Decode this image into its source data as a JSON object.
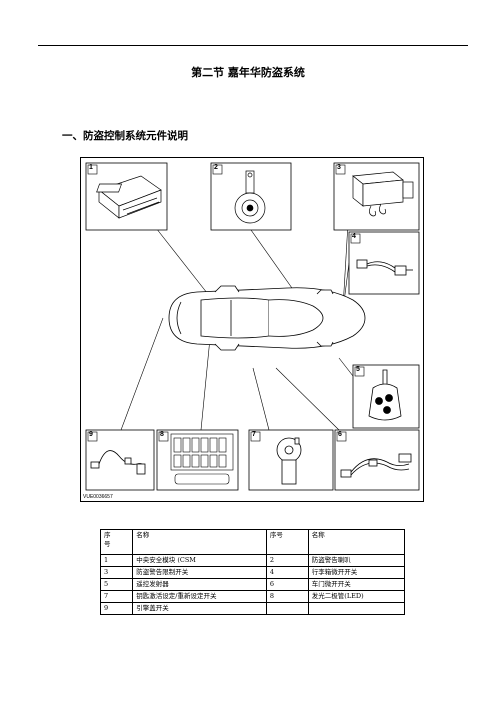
{
  "page": {
    "chapter_title": "第二节 嘉年华防盗系统",
    "section_title": "一、防盗控制系统元件说明"
  },
  "figure": {
    "code": "VUE0036657",
    "callouts": [
      "1",
      "2",
      "3",
      "4",
      "5",
      "6",
      "7",
      "8",
      "9"
    ]
  },
  "parts_table": {
    "headers": {
      "col1": "序号",
      "col1_line1": "序",
      "col1_line2": "号",
      "col2": "名称",
      "col3": "序号",
      "col4": "名称"
    },
    "rows": [
      {
        "no1": "1",
        "name1": "中央安全模块 (CSM",
        "no2": "2",
        "name2": "防盗警告喇叭"
      },
      {
        "no1": "3",
        "name1": "防盗警告限制开关",
        "no2": "4",
        "name2": "行李箱微开开关"
      },
      {
        "no1": "5",
        "name1": "遥控发射器",
        "no2": "6",
        "name2": "车门微开开关"
      },
      {
        "no1": "7",
        "name1": "钥匙激活设定/重新设定开关",
        "no2": "8",
        "name2": "发光二极管(LED)"
      },
      {
        "no1": "9",
        "name1": "引擎盖开关",
        "no2": "",
        "name2": ""
      }
    ]
  }
}
